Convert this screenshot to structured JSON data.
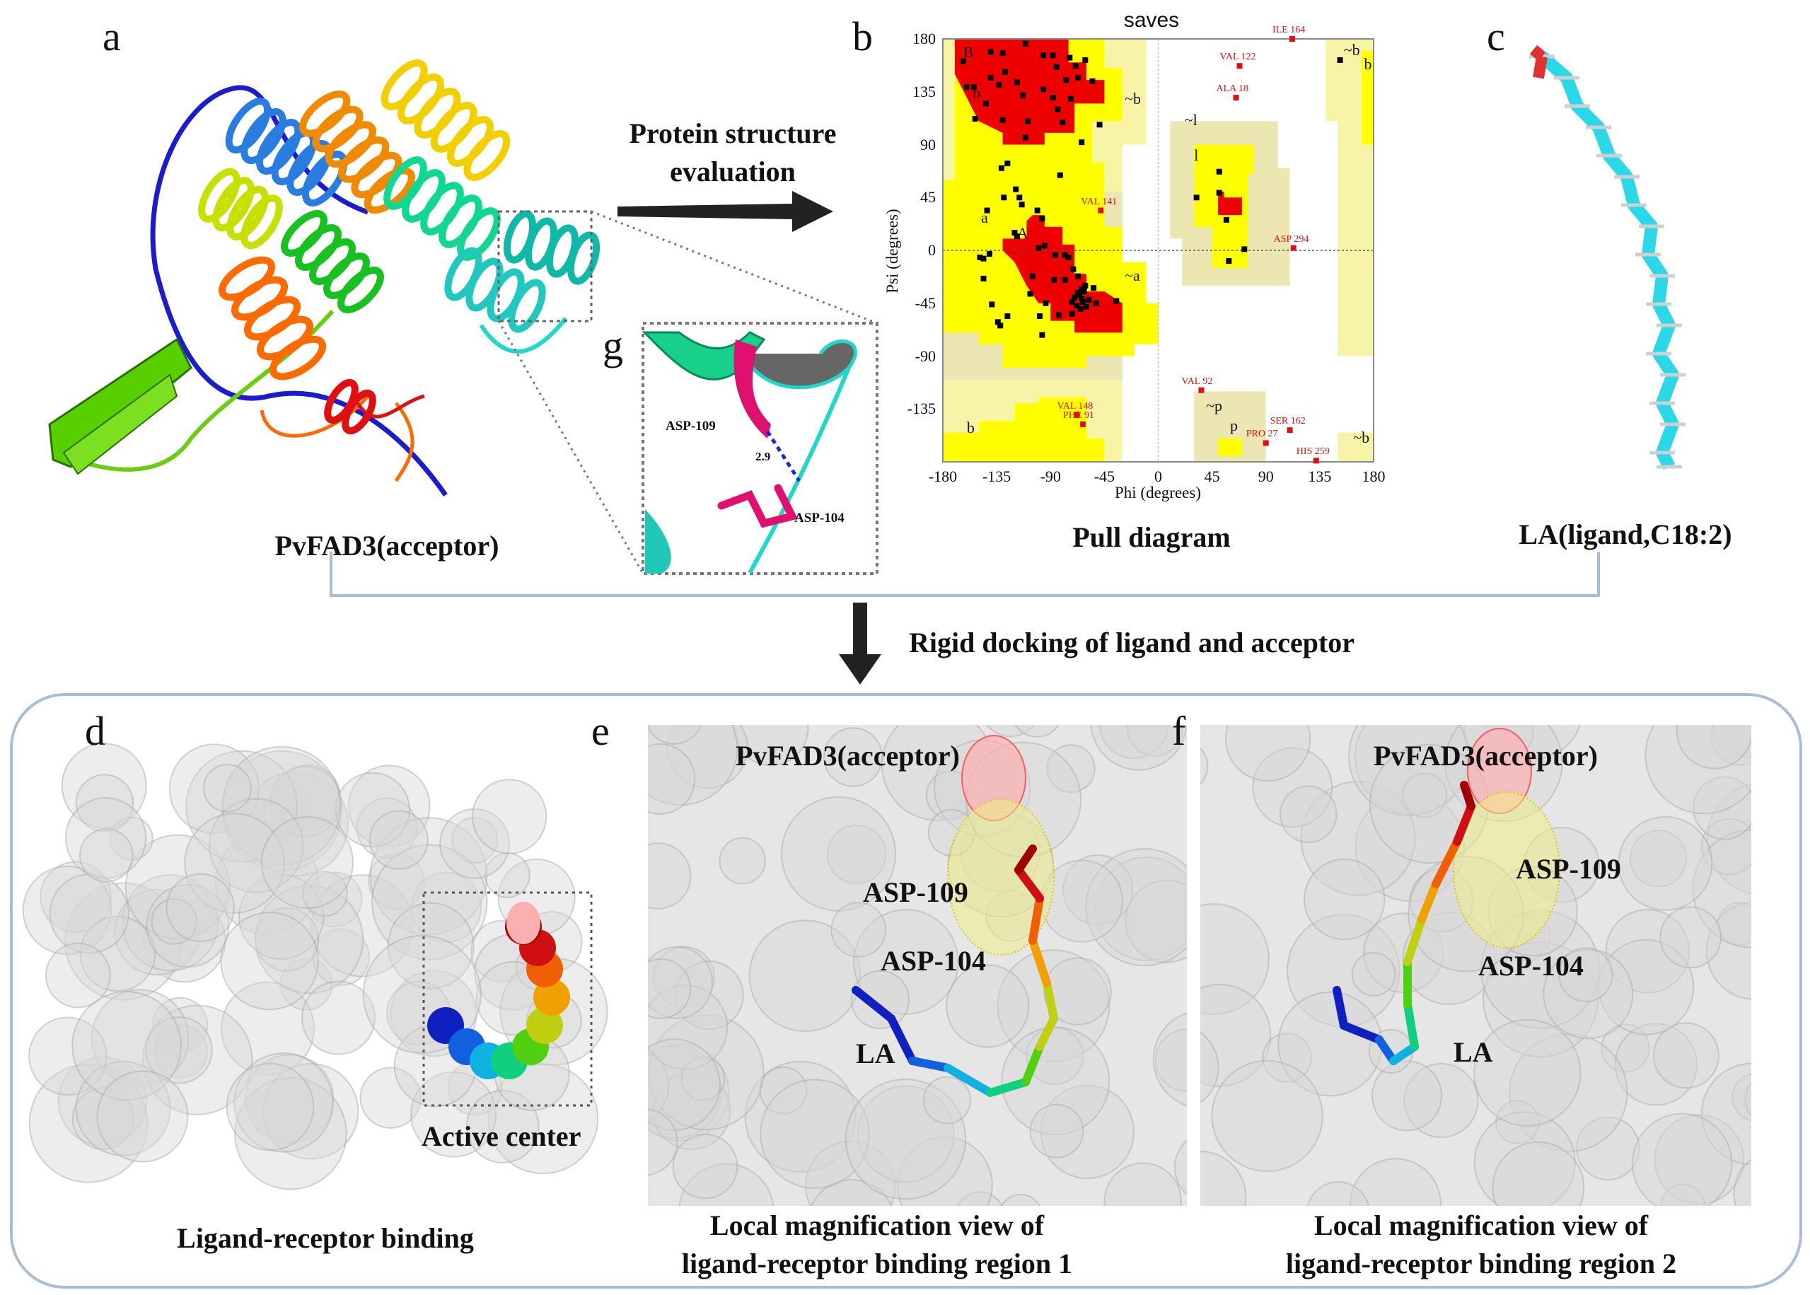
{
  "panels": {
    "a": {
      "letter": "a",
      "caption": "PvFAD3(acceptor)"
    },
    "b": {
      "letter": "b",
      "caption": "Pull diagram"
    },
    "c": {
      "letter": "c",
      "caption": "LA(ligand,C18:2)"
    },
    "g": {
      "letter": "g",
      "residue1": "ASP-109",
      "residue2": "ASP-104",
      "distance": "2.9"
    },
    "d": {
      "letter": "d",
      "caption": "Ligand-receptor binding",
      "annotation": "Active center"
    },
    "e": {
      "letter": "e",
      "title": "PvFAD3(acceptor)",
      "residue1": "ASP-109",
      "residue2": "ASP-104",
      "ligand": "LA",
      "caption_line1": "Local magnification view of",
      "caption_line2": "ligand-receptor binding region 1"
    },
    "f": {
      "letter": "f",
      "title": "PvFAD3(acceptor)",
      "residue1": "ASP-109",
      "residue2": "ASP-104",
      "ligand": "LA",
      "caption_line1": "Local magnification view of",
      "caption_line2": "ligand-receptor binding region 2"
    }
  },
  "arrows": {
    "evaluation_line1": "Protein structure",
    "evaluation_line2": "evaluation",
    "docking": "Rigid docking of ligand and acceptor"
  },
  "colors": {
    "core": "#ee0000",
    "allowed": "#ffff00",
    "generous": "#f7f4a8",
    "generous_alt": "#ebe6b2",
    "frame": "#a9bcd9",
    "outlier": "#e01010"
  },
  "chart_data": {
    "type": "scatter",
    "title": "saves",
    "xlabel": "Phi (degrees)",
    "ylabel": "Psi (degrees)",
    "xlim": [
      -180,
      180
    ],
    "ylim": [
      -180,
      180
    ],
    "xticks": [
      -180,
      -135,
      -90,
      -45,
      0,
      45,
      90,
      135,
      180
    ],
    "yticks": [
      180,
      135,
      90,
      45,
      0,
      -45,
      -90,
      -135
    ],
    "region_labels": [
      "B",
      "b",
      "a",
      "A",
      "~b",
      "~a",
      "~l",
      "l",
      "~p",
      "p",
      "~b",
      "b",
      "b",
      "~b"
    ],
    "outliers": [
      {
        "name": "ILE 164",
        "phi": 112,
        "psi": 180
      },
      {
        "name": "VAL 122",
        "phi": 68,
        "psi": 157
      },
      {
        "name": "ALA 18",
        "phi": 65,
        "psi": 130
      },
      {
        "name": "VAL 141",
        "phi": -48,
        "psi": 34
      },
      {
        "name": "ASP 294",
        "phi": 113,
        "psi": 2
      },
      {
        "name": "VAL 92",
        "phi": 36,
        "psi": -119
      },
      {
        "name": "VAL 148",
        "phi": -68,
        "psi": -140
      },
      {
        "name": "PHE 91",
        "phi": -63,
        "psi": -148
      },
      {
        "name": "SER 162",
        "phi": 110,
        "psi": -153
      },
      {
        "name": "PRO 27",
        "phi": 90,
        "psi": -164
      },
      {
        "name": "HIS 259",
        "phi": 132,
        "psi": -179
      }
    ],
    "points": [
      [
        -111,
        176
      ],
      [
        -163,
        161
      ],
      [
        -140,
        169
      ],
      [
        -130,
        168
      ],
      [
        -96,
        166
      ],
      [
        -88,
        166
      ],
      [
        -85,
        156
      ],
      [
        -74,
        164
      ],
      [
        -61,
        162
      ],
      [
        -69,
        157
      ],
      [
        -128,
        152
      ],
      [
        -118,
        143
      ],
      [
        -140,
        147
      ],
      [
        -160,
        139
      ],
      [
        -154,
        139
      ],
      [
        -133,
        141
      ],
      [
        -144,
        125
      ],
      [
        -113,
        132
      ],
      [
        -96,
        137
      ],
      [
        -77,
        145
      ],
      [
        -67,
        147
      ],
      [
        -55,
        144
      ],
      [
        -88,
        130
      ],
      [
        -84,
        120
      ],
      [
        -73,
        129
      ],
      [
        -153,
        112
      ],
      [
        -130,
        111
      ],
      [
        -109,
        110
      ],
      [
        -80,
        109
      ],
      [
        -49,
        107
      ],
      [
        -111,
        96
      ],
      [
        -64,
        92
      ],
      [
        -131,
        70
      ],
      [
        -126,
        74
      ],
      [
        -82,
        64
      ],
      [
        -119,
        52
      ],
      [
        -129,
        45
      ],
      [
        -116,
        45
      ],
      [
        -114,
        39
      ],
      [
        -143,
        34
      ],
      [
        -101,
        34
      ],
      [
        -97,
        27
      ],
      [
        -120,
        15
      ],
      [
        -118,
        12
      ],
      [
        -149,
        -6
      ],
      [
        -146,
        -7
      ],
      [
        -141,
        -3
      ],
      [
        -146,
        -24
      ],
      [
        -100,
        2
      ],
      [
        -95,
        4
      ],
      [
        -86,
        -4
      ],
      [
        -78,
        -4
      ],
      [
        -75,
        -6
      ],
      [
        -71,
        -16
      ],
      [
        -67,
        -22
      ],
      [
        -61,
        -30
      ],
      [
        -67,
        -36
      ],
      [
        -64,
        -41
      ],
      [
        -72,
        -44
      ],
      [
        -60,
        -48
      ],
      [
        -78,
        -25
      ],
      [
        -87,
        -25
      ],
      [
        -105,
        -22
      ],
      [
        -107,
        -37
      ],
      [
        -94,
        -45
      ],
      [
        -83,
        -55
      ],
      [
        -72,
        -54
      ],
      [
        -52,
        -45
      ],
      [
        -35,
        -43
      ],
      [
        -139,
        -46
      ],
      [
        -126,
        -56
      ],
      [
        -134,
        -61
      ],
      [
        -132,
        -64
      ],
      [
        -99,
        -56
      ],
      [
        -97,
        -72
      ],
      [
        -54,
        -32
      ],
      [
        -66,
        -38
      ],
      [
        -63,
        -44
      ],
      [
        -68,
        -47
      ],
      [
        -62,
        -35
      ],
      [
        -65,
        -50
      ],
      [
        -70,
        -40
      ],
      [
        -58,
        -42
      ],
      [
        -64,
        -33
      ],
      [
        51,
        67
      ],
      [
        32,
        45
      ],
      [
        51,
        49
      ],
      [
        57,
        26
      ],
      [
        72,
        1
      ],
      [
        59,
        -9
      ],
      [
        152,
        162
      ]
    ]
  }
}
